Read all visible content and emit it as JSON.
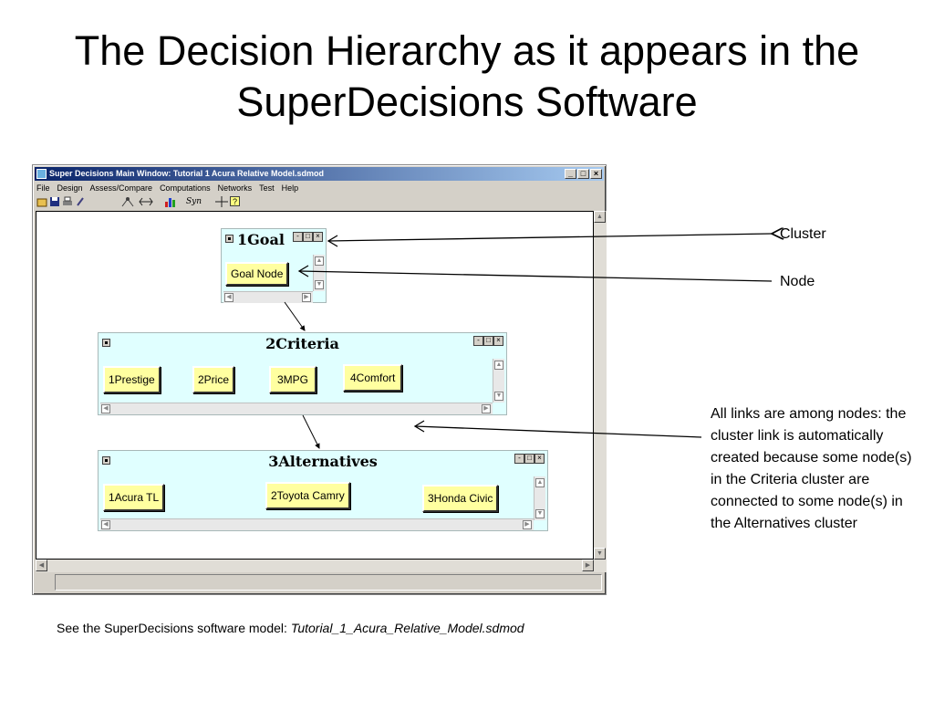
{
  "slide": {
    "title_line1": "The Decision Hierarchy as it appears in the",
    "title_line2": "SuperDecisions Software",
    "footer_prefix": "See the SuperDecisions software model: ",
    "footer_file": "Tutorial_1_Acura_Relative_Model.sdmod"
  },
  "window": {
    "title": "Super Decisions Main Window: Tutorial 1 Acura Relative Model.sdmod",
    "minimize": "_",
    "maximize": "□",
    "close": "×",
    "menu": [
      "File",
      "Design",
      "Assess/Compare",
      "Computations",
      "Networks",
      "Test",
      "Help"
    ],
    "toolbar": {
      "syn_label": "Syn",
      "help_label": "?"
    }
  },
  "clusters": {
    "goal": {
      "title": "1Goal",
      "nodes": [
        "Goal Node"
      ]
    },
    "criteria": {
      "title": "2Criteria",
      "nodes": [
        "1Prestige",
        "2Price",
        "3MPG",
        "4Comfort"
      ]
    },
    "alternatives": {
      "title": "3Alternatives",
      "nodes": [
        "1Acura TL",
        "2Toyota Camry",
        "3Honda Civic"
      ]
    }
  },
  "annotations": {
    "cluster": "Cluster",
    "node": "Node",
    "links": "All links are among nodes: the cluster link is automatically created because some node(s) in the Criteria cluster are connected to some node(s) in the Alternatives cluster"
  }
}
